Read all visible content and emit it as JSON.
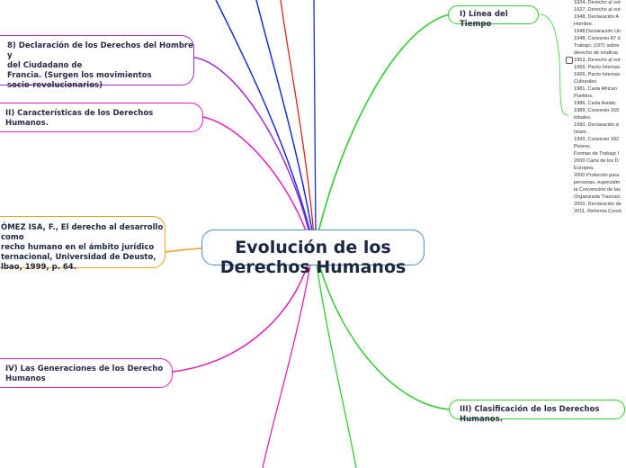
{
  "central": {
    "line1": "Evolución de los",
    "line2": "Derechos Humanos"
  },
  "nodes": {
    "timeline": "I) Línea del Tiempo",
    "declaracion": [
      "8) Declaración de los Derechos del Hombre y",
      "del Ciudadano de",
      "Francia. (Surgen los movimientos",
      "socio-revolucionarios)"
    ],
    "caracteristicas": [
      "II) Características de los Derechos",
      "Humanos."
    ],
    "gomez": [
      "ÓMEZ ISA, F., El derecho al desarrollo como",
      "recho humano en el ámbito jurídico",
      "ternacional, Universidad de Deusto,",
      "lbao, 1999, p. 64."
    ],
    "generaciones": [
      "IV) Las Generaciones de los Derecho",
      "Humanos"
    ],
    "clasificacion": "III) Clasificación de los Derechos Humanos."
  },
  "timeline_text": [
    "1924, Derecho al vot",
    "1927, Derecho al vot",
    "1948, Declaración A",
    "Hombre.",
    "1948,Declaración Un",
    "1948, Convenio 87 d",
    "Trabajo. (OIT) sobre",
    "derecho de sindicac",
    "1953, Derecho al vot",
    "1966, Pacto Internac",
    "1966, Pacto Internac",
    "Culturales.",
    "1981, Carta African",
    "Pueblos.",
    "1986, Carta Asiátic",
    "1989, Convenio 169",
    "tribales.",
    "1990, Declaración d",
    "Islam.",
    "1999, Convenio 182",
    "Peores.",
    "Formas de Trabajo I",
    "2000 Carta de los D",
    "Europea.",
    "2000 Protocolo para",
    "personas, especialm",
    "la Convención de las",
    "Organizada Trasnaci",
    "2000, Declaración de",
    "2011, Reforma Const"
  ],
  "colors": {
    "central_border": "#4a90c8",
    "timeline": "#2fcc2f",
    "declaracion": "#9c2be0",
    "caracteristicas": "#e020c0",
    "gomez": "#f0a020",
    "generaciones": "#e020b0",
    "clasificacion": "#2fcc2f",
    "blue": "#1a2fd0",
    "red": "#e02020"
  }
}
